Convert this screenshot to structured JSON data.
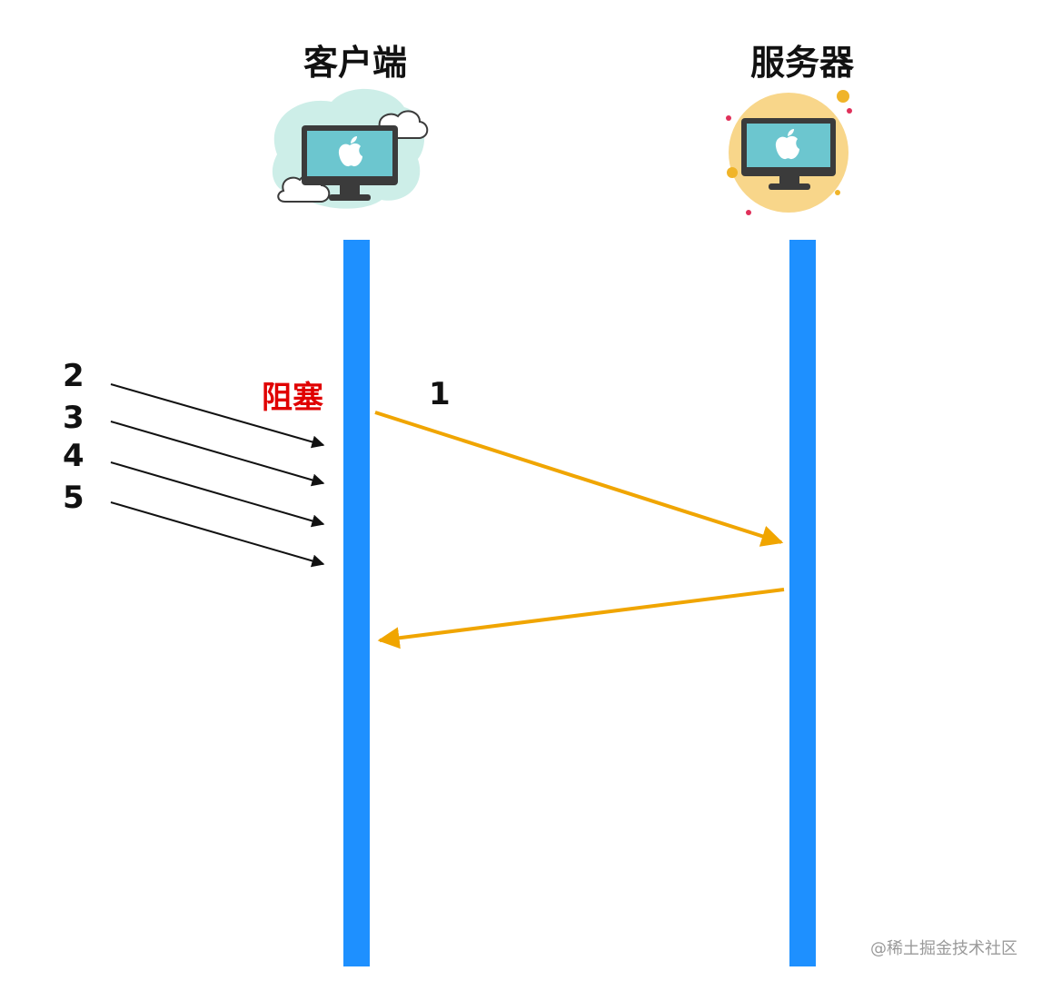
{
  "participants": {
    "client": {
      "label": "客户端"
    },
    "server": {
      "label": "服务器"
    }
  },
  "messages": {
    "request_label": "1",
    "queued_labels": [
      "2",
      "3",
      "4",
      "5"
    ],
    "blocked_label": "阻塞"
  },
  "watermark": "@稀土掘金技术社区",
  "colors": {
    "lifeline": "#1e90ff",
    "request_arrow": "#f0a500",
    "queued_arrow": "#111111",
    "blocked_text": "#e00000",
    "client_badge": "#cdeee8",
    "server_badge": "#f8d68a",
    "monitor_screen": "#6cc6cf",
    "monitor_frame": "#3b3b3b"
  },
  "icons": {
    "client": "apple-monitor-icon",
    "server": "apple-monitor-icon"
  }
}
